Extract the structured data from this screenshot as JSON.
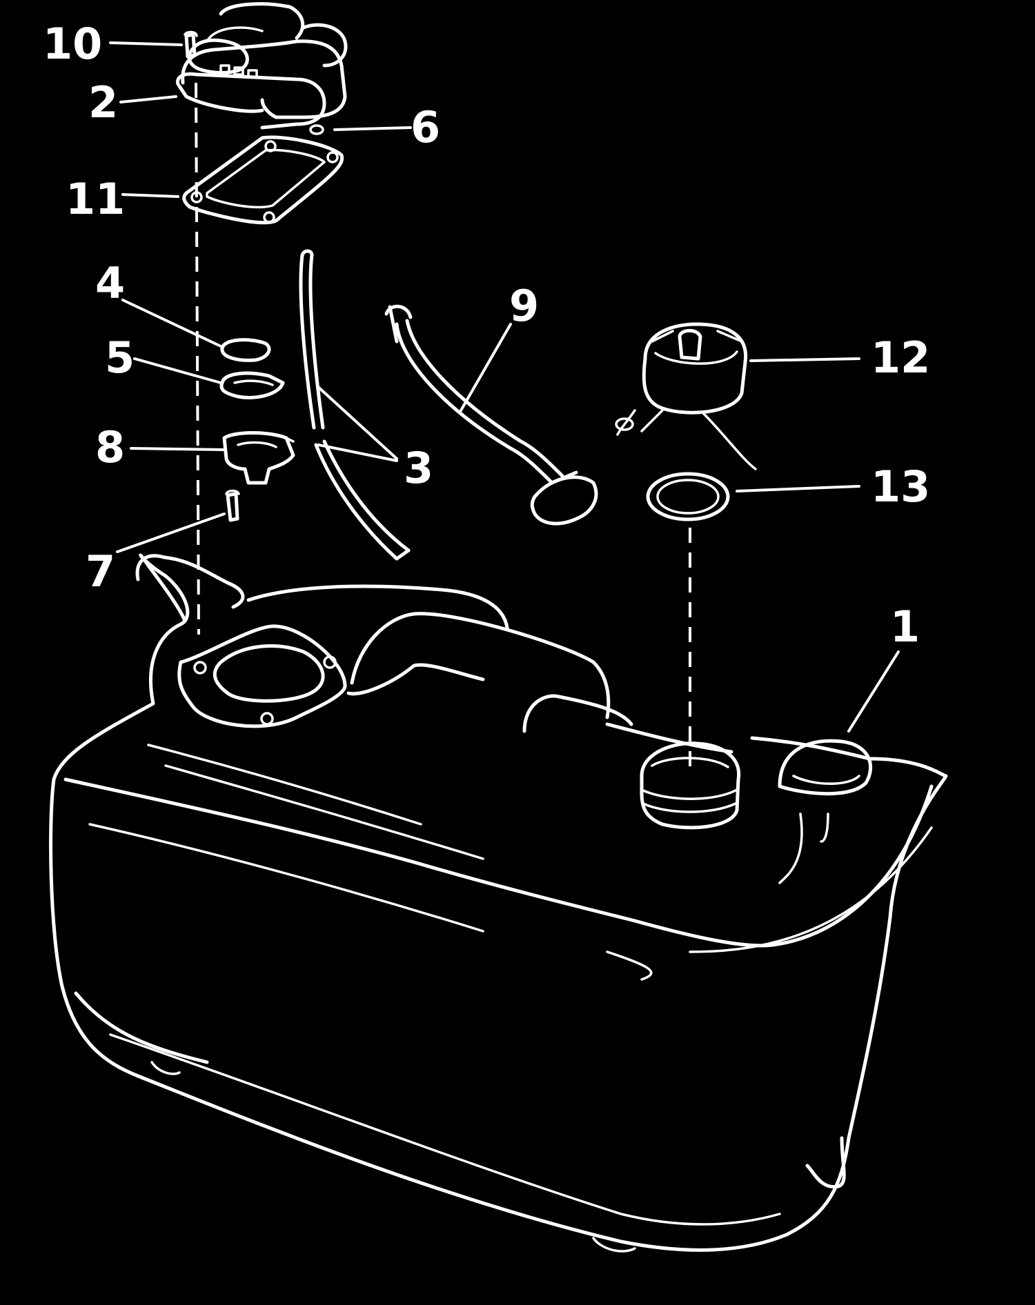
{
  "callouts": [
    {
      "id": "1",
      "label": "1"
    },
    {
      "id": "2",
      "label": "2"
    },
    {
      "id": "3",
      "label": "3"
    },
    {
      "id": "4",
      "label": "4"
    },
    {
      "id": "5",
      "label": "5"
    },
    {
      "id": "6",
      "label": "6"
    },
    {
      "id": "7",
      "label": "7"
    },
    {
      "id": "8",
      "label": "8"
    },
    {
      "id": "9",
      "label": "9"
    },
    {
      "id": "10",
      "label": "10"
    },
    {
      "id": "11",
      "label": "11"
    },
    {
      "id": "12",
      "label": "12"
    },
    {
      "id": "13",
      "label": "13"
    }
  ],
  "colors": {
    "background": "#000000",
    "line": "#ffffff"
  }
}
